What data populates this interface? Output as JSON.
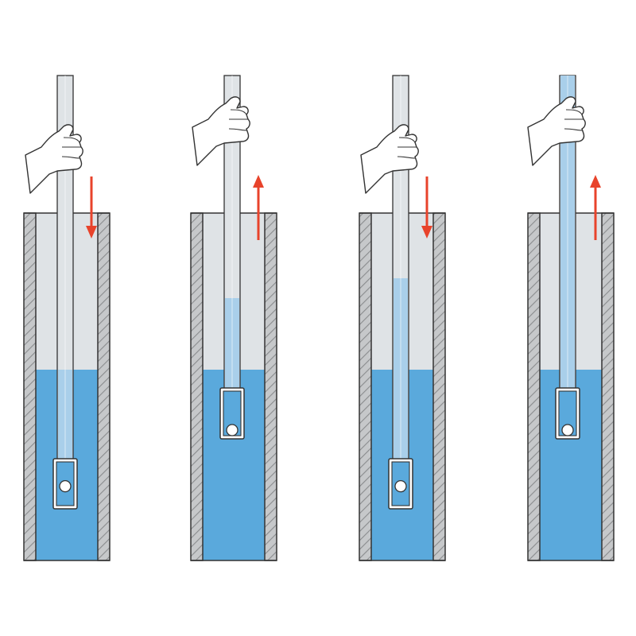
{
  "diagram": {
    "panel_count": 4,
    "colors": {
      "background": "#ffffff",
      "water": "#5aa9dc",
      "tube_air": "#dfe3e6",
      "tube_water": "#a9cfea",
      "casing_wall": "#c6c8ca",
      "casing_hatch": "#7d8082",
      "arrow": "#e8432b",
      "hand_fill": "#ffffff",
      "outline": "#333333"
    },
    "panels": [
      {
        "id": "stroke-1",
        "motion": "down",
        "hand_position": "low",
        "tube_fill_level": 0.0,
        "well_water_level": 0.0,
        "valve_depth": "deep"
      },
      {
        "id": "stroke-2",
        "motion": "up",
        "hand_position": "high",
        "tube_fill_level": 0.38,
        "well_water_level": 0.0,
        "valve_depth": "shallow"
      },
      {
        "id": "stroke-3",
        "motion": "down",
        "hand_position": "low",
        "tube_fill_level": 0.62,
        "well_water_level": 0.0,
        "valve_depth": "deep"
      },
      {
        "id": "stroke-4",
        "motion": "up",
        "hand_position": "high",
        "tube_fill_level": 1.0,
        "well_water_level": 0.0,
        "valve_depth": "shallow"
      }
    ]
  }
}
